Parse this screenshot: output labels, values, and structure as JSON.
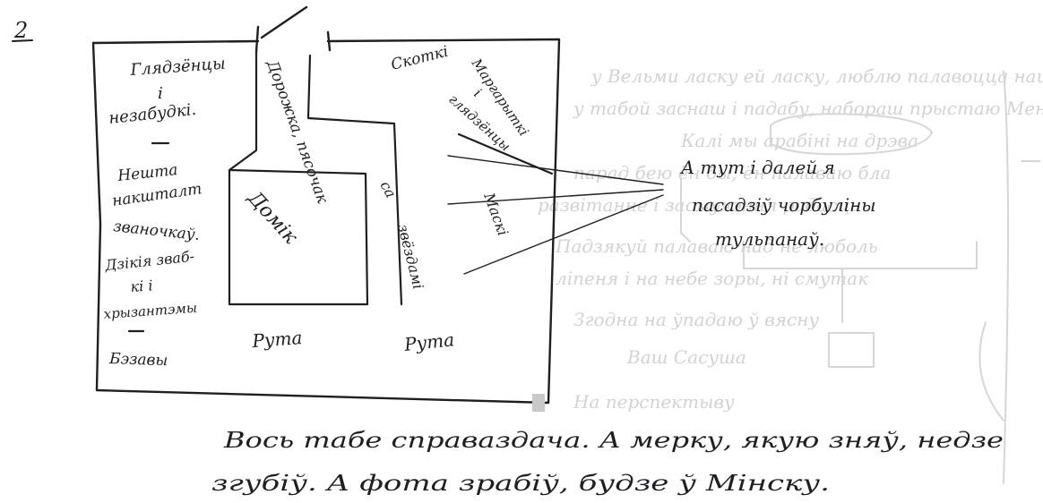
{
  "page_number": "2",
  "plan": {
    "top_left": [
      "Глядзёнцы",
      "і",
      "незабудкі."
    ],
    "mid_left": [
      "Нешта",
      "накшталт",
      "званочкаў."
    ],
    "bottom_left": [
      "Дзікія зваб-",
      "кі і",
      "хрызантэмы"
    ],
    "corner": "Бэзавы",
    "path_vertical": "Дорожка, пясочак",
    "path_right": "са",
    "flowers_path": "звёздамі",
    "top_right_a": "Скоткі",
    "top_right_b": [
      "Маргарыткі",
      "і",
      "глядзёнцы"
    ],
    "house": "Домік",
    "right_border": "Маскі",
    "rue_1": "Рута",
    "rue_2": "Рута"
  },
  "note": [
    "А тут і далей я",
    "пасадзіў чорбуліны",
    "тульпанаў."
  ],
  "letter": [
    "Вось табе справаздача. А мерку, якую зняў, недзе",
    "згубіў. А фота зрабіў, будзе ў Мінску."
  ]
}
